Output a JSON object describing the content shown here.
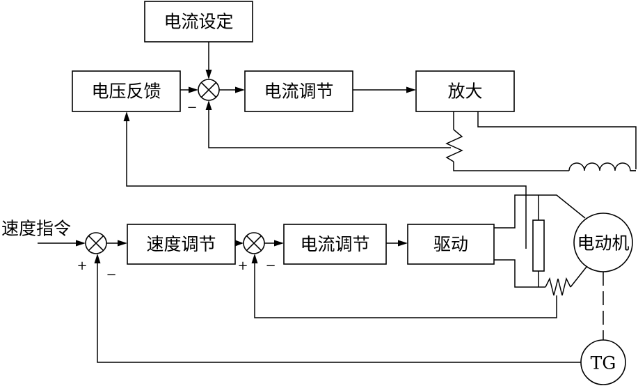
{
  "upper_loop": {
    "current_setpoint": "电流设定",
    "voltage_feedback": "电压反馈",
    "current_regulator": "电流调节",
    "amplifier": "放大",
    "feedback_sign": "−"
  },
  "lower_loop": {
    "speed_command": "速度指令",
    "speed_regulator": "速度调节",
    "current_regulator": "电流调节",
    "drive": "驱动",
    "motor": "电动机",
    "tachogenerator": "TG",
    "sum1_plus": "+",
    "sum1_minus": "−",
    "sum2_plus": "+",
    "sum2_minus": "−"
  }
}
